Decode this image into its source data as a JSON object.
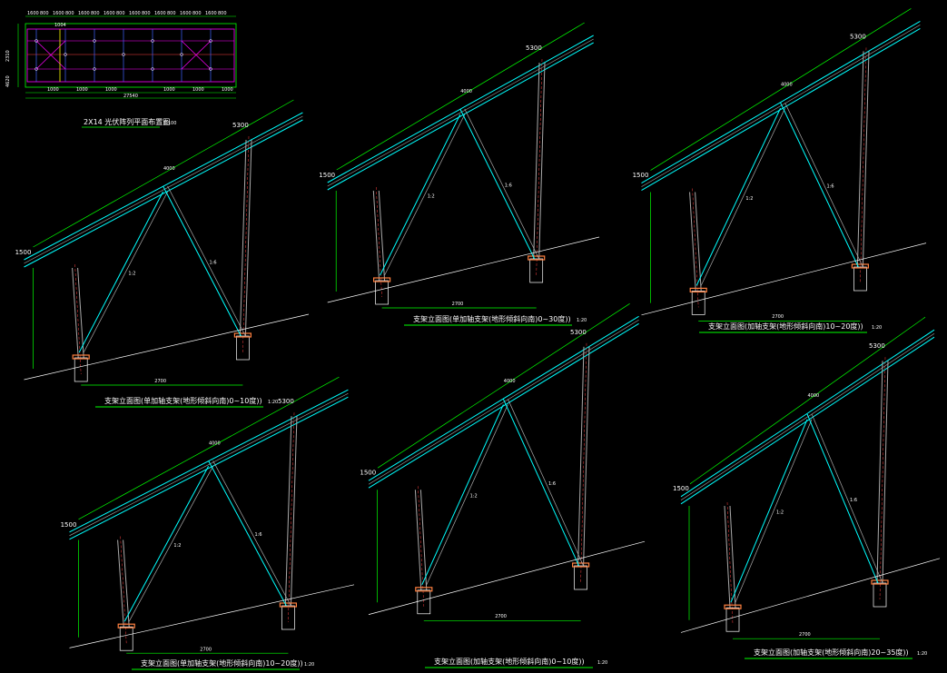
{
  "drawing": {
    "plan": {
      "title": "2X14 光伏阵列平面布置图",
      "scale": "1:100",
      "top_dims": [
        "1600",
        "800",
        "1600",
        "800",
        "1600",
        "800",
        "1600",
        "800",
        "1600",
        "800",
        "1600",
        "800",
        "1600",
        "800",
        "1600",
        "800"
      ],
      "left_dims": [
        "2310",
        "4620"
      ],
      "bottom_dims": [
        "1000",
        "1000",
        "1000",
        "1000",
        "1000",
        "1000"
      ],
      "total_dim": "27540",
      "marker": "1004"
    },
    "views": [
      {
        "caption": "支架立面图(单加轴支架(地形倾斜向南)0~10度))",
        "scale": "1:20",
        "top_mark": "5300",
        "left_mark": "1500",
        "dims": [
          "2700",
          "4000",
          "1:2",
          "1:6"
        ]
      },
      {
        "caption": "支架立面图(单加轴支架(地形倾斜向南)0~30度))",
        "scale": "1:20",
        "top_mark": "5300",
        "left_mark": "1500",
        "dims": [
          "2700",
          "4000",
          "1:2",
          "1:6"
        ]
      },
      {
        "caption": "支架立面图(加轴支架(地形倾斜向南)10~20度))",
        "scale": "1:20",
        "top_mark": "5300",
        "left_mark": "1500",
        "dims": [
          "2700",
          "4000",
          "1:2",
          "1:6"
        ]
      },
      {
        "caption": "支架立面图(单加轴支架(地形倾斜向南)10~20度))",
        "scale": "1:20",
        "top_mark": "5300",
        "left_mark": "1500",
        "dims": [
          "2700",
          "4000",
          "1:2",
          "1:6"
        ]
      },
      {
        "caption": "支架立面图(加轴支架(地形倾斜向南)0~10度))",
        "scale": "1:20",
        "top_mark": "5300",
        "left_mark": "1500",
        "dims": [
          "2700",
          "4000",
          "1:2",
          "1:6"
        ]
      },
      {
        "caption": "支架立面图(加轴支架(地形倾斜向南)20~35度))",
        "scale": "1:20",
        "top_mark": "5300",
        "left_mark": "1500",
        "dims": [
          "2700",
          "4000",
          "1:2",
          "1:6"
        ]
      }
    ],
    "colors": {
      "background": "#000000",
      "dimension": "#00ff00",
      "structure": "#00ffff",
      "member": "#aaaaaa",
      "text": "#ffffff",
      "accent": "#ff4040",
      "plate": "#ff8040",
      "plan_grid": "#ff00ff",
      "plan_line": "#ffff00"
    }
  }
}
